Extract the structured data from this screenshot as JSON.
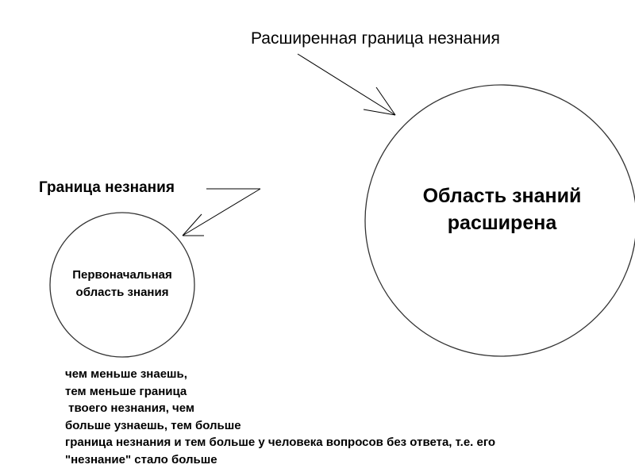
{
  "labels": {
    "expanded_boundary": "Расширенная граница незнания",
    "boundary": "Граница незнания"
  },
  "large_circle": {
    "line1": "Область знаний",
    "line2": "расширена"
  },
  "small_circle": {
    "line1": "Первоначальная",
    "line2": "область знания"
  },
  "note": {
    "lines": [
      "чем меньше знаешь,",
      "тем меньше граница",
      " твоего незнания, чем",
      "больше узнаешь, тем больше",
      "граница незнания и тем больше у человека вопросов без ответа, т.е. его",
      "\"незнание\" стало больше"
    ]
  },
  "colors": {
    "background": "#ffffff",
    "stroke": "#000000",
    "circle_stroke": "#333333"
  }
}
